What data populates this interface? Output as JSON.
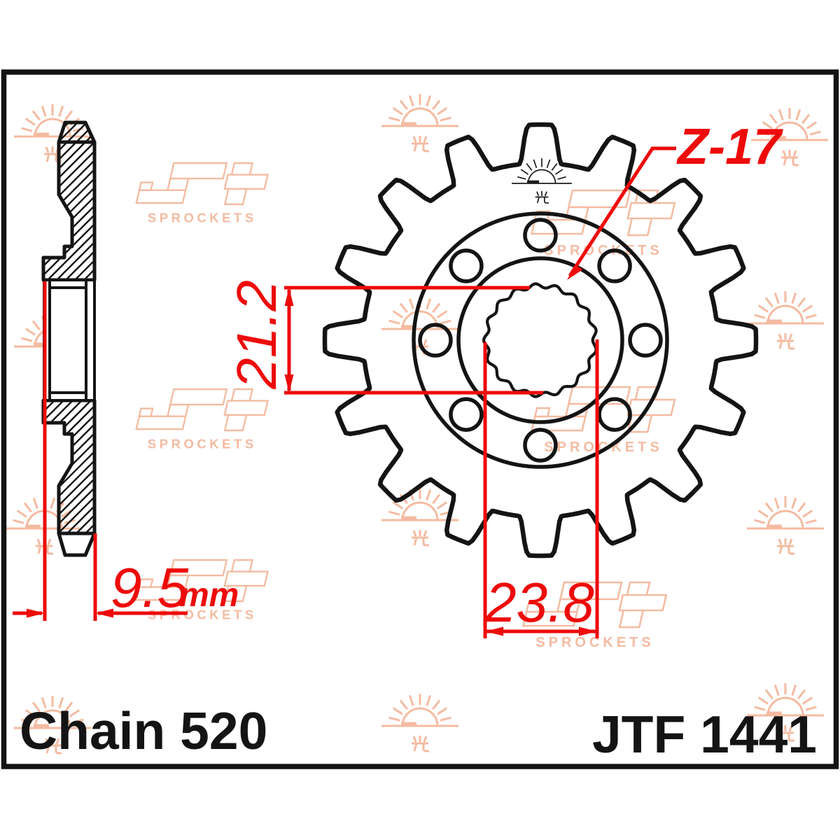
{
  "title": {
    "chain_label": "Chain 520",
    "model_label": "JTF 1441"
  },
  "dimensions": {
    "spline_minor_diameter": "21.2",
    "spline_major_diameter": "23.8",
    "width_value": "9.5",
    "width_unit": "mm",
    "tooth_count_label": "Z-17"
  },
  "watermark": {
    "brand_word": "SPROCKETS"
  },
  "colors": {
    "dimension_red": "#ee0a0a",
    "watermark_peach": "#f4bba1",
    "line_black": "#141414"
  }
}
